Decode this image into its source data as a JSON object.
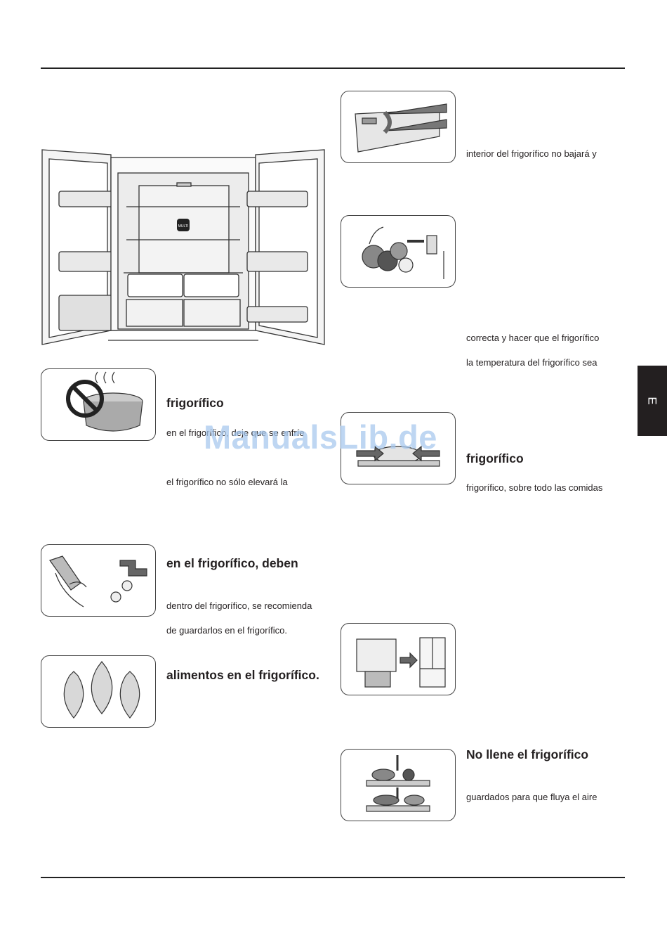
{
  "side_tab": {
    "letter": "E"
  },
  "watermark": {
    "text": "ManualsLib.de"
  },
  "fridge_illustration": {
    "badge": "MULTI"
  },
  "left_column": {
    "hot_food": {
      "heading": "frigorífico",
      "line1": "en el frigorífico, deje que se enfríe",
      "line2": "el frigorífico no sólo elevará la"
    },
    "washing": {
      "heading": "en el frigorífico, deben",
      "line1": "dentro del frigorífico, se recomienda",
      "line2": "de guardarlos en el frigorífico."
    },
    "bags": {
      "heading": "alimentos en el frigorífico."
    }
  },
  "right_column": {
    "door_open": {
      "line1": "interior del frigorífico no bajará y"
    },
    "spacing": {
      "line1": "correcta y hacer que el frigorífico",
      "line2": "la temperatura del frigorífico sea"
    },
    "cover_food": {
      "heading": "frigorífico",
      "line1": "frigorífico, sobre todo las comidas"
    },
    "no_overfill": {
      "heading": "No llene el frigorífico",
      "line1": "guardados para que fluya el aire"
    }
  }
}
